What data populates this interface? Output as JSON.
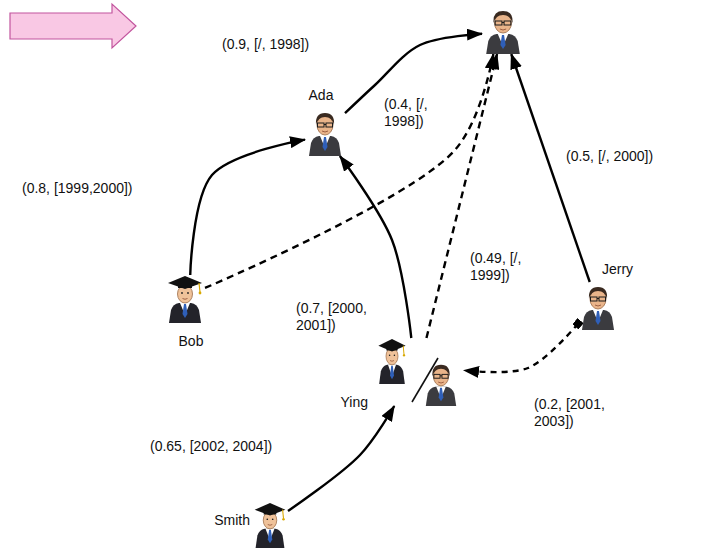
{
  "diagram": {
    "nodes": [
      {
        "text": []
      },
      {
        "text": [
          "Ada"
        ]
      },
      {
        "text": [
          "Bob"
        ]
      },
      {
        "text": [
          "Jerry"
        ]
      },
      {
        "text": [
          "Ying"
        ]
      },
      {
        "text": [
          "Smith"
        ]
      }
    ],
    "edges": [
      {
        "from": 1,
        "to": 0,
        "arrow": "to",
        "label": "(0.9, [/, 1998])"
      },
      {
        "from": 2,
        "to": 1,
        "arrow": "to",
        "label": "(0.8, [1999,2000])"
      },
      {
        "from": 2,
        "to": 0,
        "arrow": "to",
        "label": "(0.4, [/, 1998])"
      },
      {
        "from": 3,
        "to": 0,
        "arrow": "to",
        "label": "(0.5, [/, 2000])"
      },
      {
        "from": 4,
        "to": 1,
        "arrow": "to",
        "label": "(0.7, [2000, 2001])"
      },
      {
        "from": 4,
        "to": 0,
        "arrow": "to",
        "label": "(0.49, [/, 1999])"
      },
      {
        "from": 3,
        "to": 4,
        "arrow": "to",
        "label": "(0.2, [2001, 2003])"
      },
      {
        "from": 5,
        "to": 4,
        "arrow": "to",
        "label": "(0.65, [2002, 2004])"
      }
    ]
  }
}
